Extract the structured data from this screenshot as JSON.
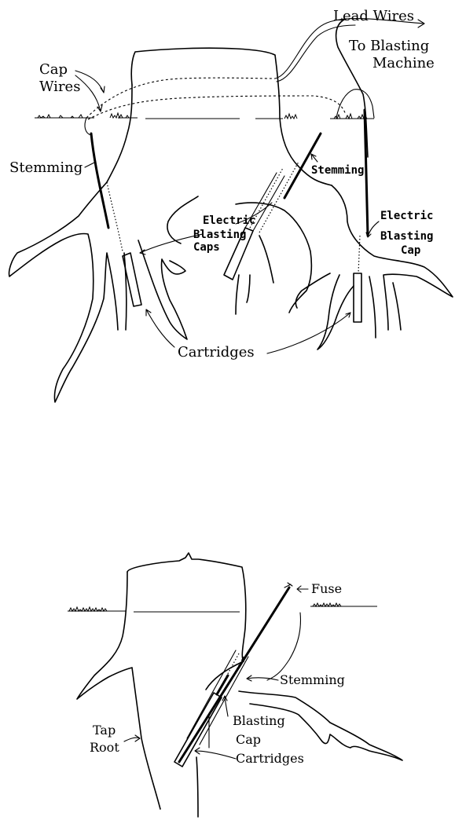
{
  "top_diagram": {
    "labels": {
      "lead_wires": "Lead Wires",
      "to_blasting": "To Blasting",
      "machine": "Machine",
      "cap": "Cap",
      "wires": "Wires",
      "stemming_left": "Stemming",
      "stemming_right": "Stemming",
      "electric_1": "Electric",
      "blasting_1": "Blasting",
      "caps_1": "Caps",
      "electric_2": "Electric",
      "blasting_2": "Blasting",
      "cap_2": "Cap",
      "cartridges": "Cartridges"
    }
  },
  "bottom_diagram": {
    "labels": {
      "fuse": "Fuse",
      "stemming": "Stemming",
      "blasting": "Blasting",
      "cap": "Cap",
      "cartridges": "Cartridges",
      "tap": "Tap",
      "root": "Root"
    }
  }
}
